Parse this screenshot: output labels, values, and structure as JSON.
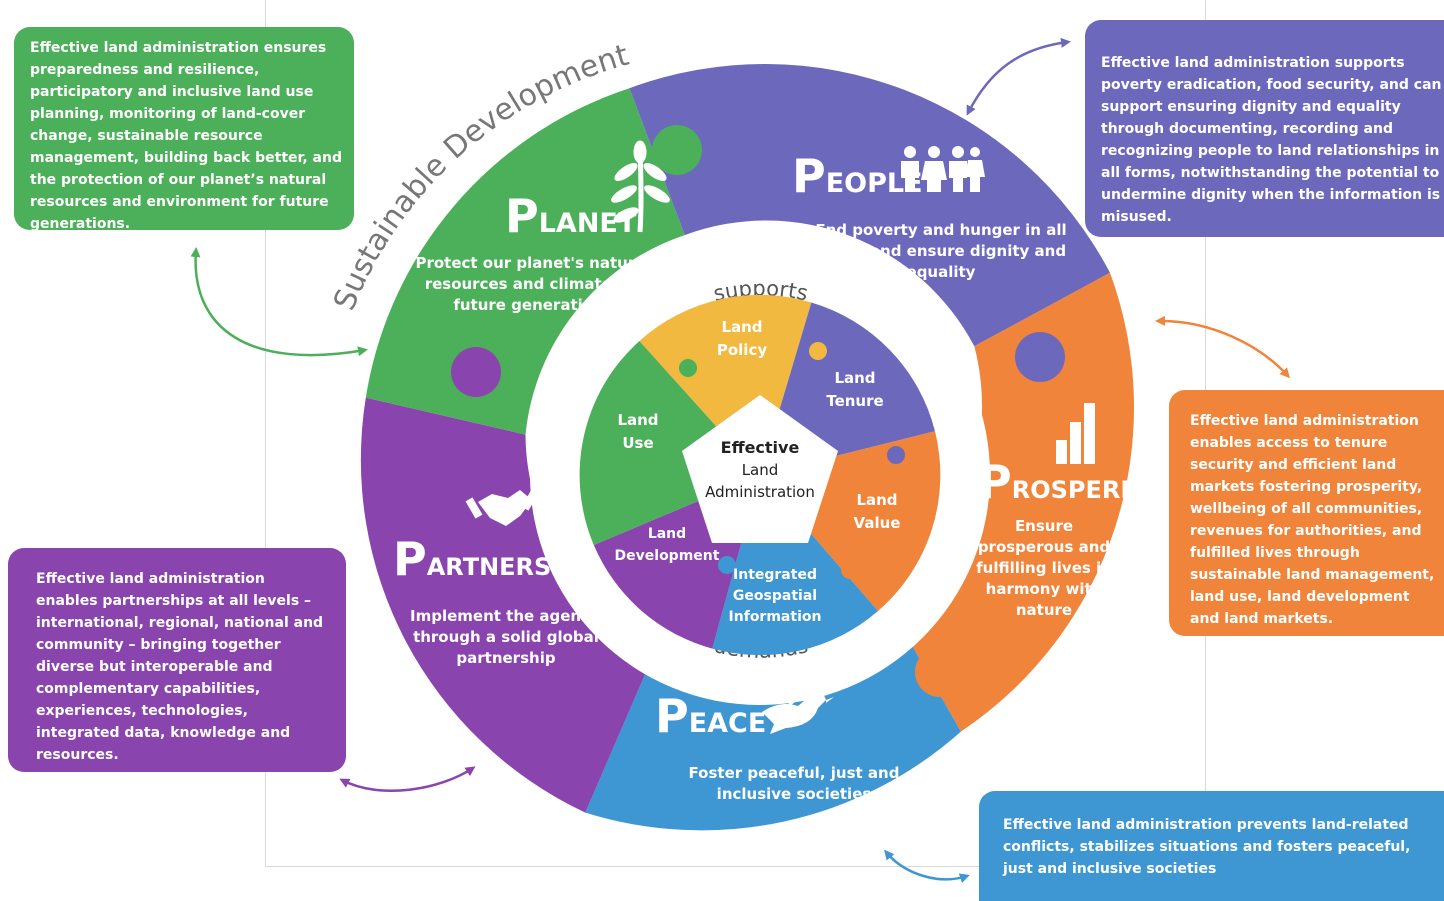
{
  "arc_title": "Sustainable Development",
  "ring_words": {
    "top": "supports",
    "bottom": "demands"
  },
  "center": {
    "line1": "Effective",
    "line2": "Land",
    "line3": "Administration"
  },
  "segments": {
    "planet": {
      "cap": "P",
      "rest": "LANET",
      "desc": [
        "Protect our planet's natural",
        "resources and climate for",
        "future generations"
      ],
      "color": "#4caf5a",
      "icon": "leaf-sprig-icon"
    },
    "people": {
      "cap": "P",
      "rest": "EOPLE",
      "desc": [
        "End poverty and hunger in all",
        "forms and ensure dignity and",
        "equality"
      ],
      "color": "#6c69bd",
      "icon": "people-group-icon"
    },
    "prosperity": {
      "cap": "P",
      "rest": "ROSPERITY",
      "desc": [
        "Ensure",
        "prosperous and",
        "fulfilling lives in",
        "harmony with",
        "nature"
      ],
      "color": "#ef843a",
      "icon": "bar-chart-icon"
    },
    "peace": {
      "cap": "P",
      "rest": "EACE",
      "desc": [
        "Foster peaceful, just and",
        "inclusive societies"
      ],
      "color": "#3e97d3",
      "icon": "dove-icon"
    },
    "partnership": {
      "cap": "P",
      "rest": "ARTNERSHIP",
      "desc": [
        "Implement the agenda",
        "through a solid global",
        "partnership"
      ],
      "color": "#8a44ad",
      "icon": "handshake-icon"
    }
  },
  "inner": {
    "land_policy": {
      "lines": [
        "Land",
        "Policy"
      ],
      "color": "#f1b940"
    },
    "land_tenure": {
      "lines": [
        "Land",
        "Tenure"
      ],
      "color": "#6c69bd"
    },
    "land_value": {
      "lines": [
        "Land",
        "Value"
      ],
      "color": "#ef843a"
    },
    "geospatial": {
      "lines": [
        "Integrated",
        "Geospatial",
        "Information"
      ],
      "color": "#3e97d3"
    },
    "land_development": {
      "lines": [
        "Land",
        "Development"
      ],
      "color": "#8a44ad"
    },
    "land_use": {
      "lines": [
        "Land",
        "Use"
      ],
      "color": "#4caf5a"
    }
  },
  "callouts": {
    "planet": {
      "text": "Effective land administration ensures preparedness and resilience, participatory and inclusive land use planning, monitoring of land-cover change, sustainable resource management, building back better, and the protection of our planet’s natural resources and environment for future generations.",
      "color": "#4caf5a"
    },
    "people": {
      "text": "Effective land administration supports poverty eradication, food security, and can support ensuring dignity and equality through documenting, recording and recognizing people to land relationships in all forms, notwithstanding the potential to undermine dignity when the information is misused.",
      "color": "#6c69bd"
    },
    "prosperity": {
      "text": "Effective land administration enables access to tenure security and efficient land markets fostering prosperity, wellbeing of all communities, revenues for authorities, and fulfilled lives through sustainable land management, land use, land development and land markets.",
      "color": "#ef843a"
    },
    "partnership": {
      "text": "Effective land administration enables partnerships at all levels – international, regional, national and community – bringing together diverse but interoperable and complementary capabilities, experiences, technologies, integrated data, knowledge and resources.",
      "color": "#8a44ad"
    },
    "peace": {
      "text": "Effective land administration prevents land-related conflicts, stabilizes situations and fosters peaceful, just and inclusive societies",
      "color": "#3e97d3"
    }
  }
}
